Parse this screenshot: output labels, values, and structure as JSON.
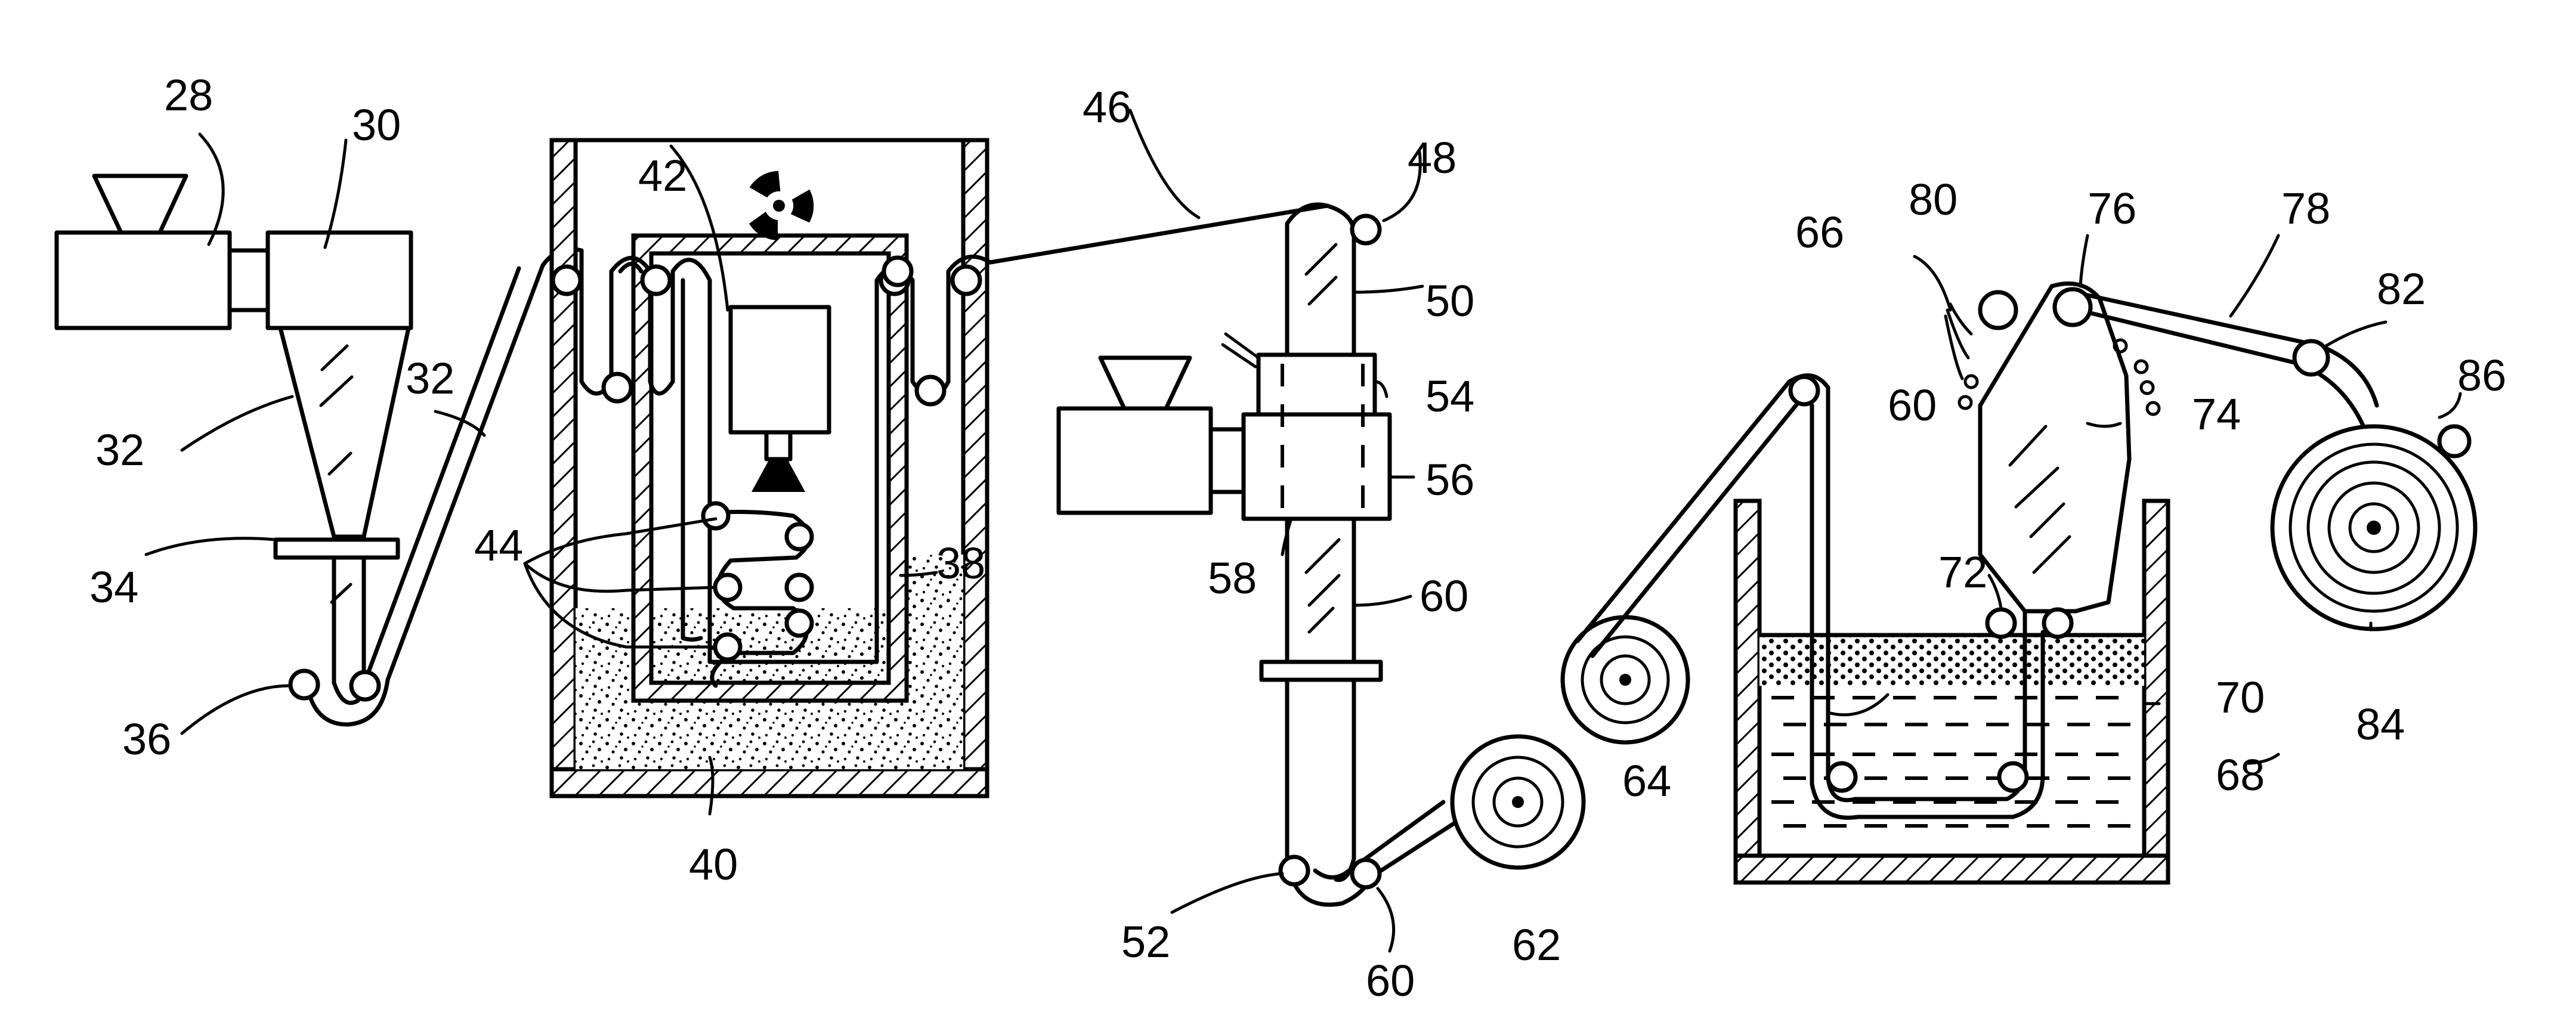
{
  "labels": {
    "l28": "28",
    "l30": "30",
    "l32a": "32",
    "l32b": "32",
    "l34": "34",
    "l36": "36",
    "l38": "38",
    "l40": "40",
    "l42": "42",
    "l44": "44",
    "l46": "46",
    "l48": "48",
    "l50": "50",
    "l52": "52",
    "l54": "54",
    "l56": "56",
    "l58": "58",
    "l60a": "60",
    "l60b": "60",
    "l60c": "60",
    "l62": "62",
    "l64": "64",
    "l66": "66",
    "l68": "68",
    "l70": "70",
    "l72": "72",
    "l74": "74",
    "l76": "76",
    "l78": "78",
    "l80": "80",
    "l82": "82",
    "l84": "84",
    "l86": "86"
  }
}
